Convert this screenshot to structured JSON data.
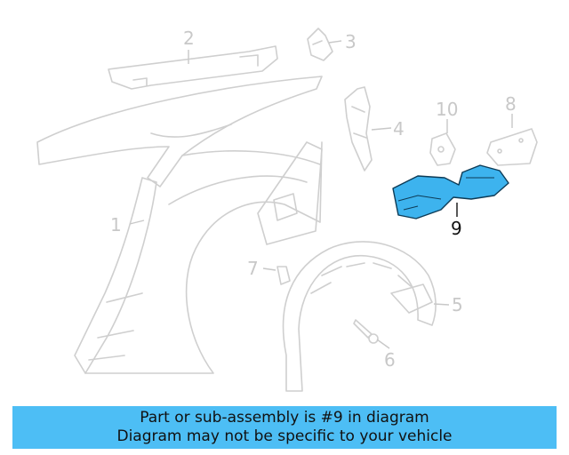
{
  "diagram": {
    "callouts": {
      "c1": "1",
      "c2": "2",
      "c3": "3",
      "c4": "4",
      "c5": "5",
      "c6": "6",
      "c7": "7",
      "c8": "8",
      "c9": "9",
      "c10": "10"
    },
    "highlighted_part": "9",
    "highlight_color": "#3db3ee",
    "ghost_color": "#cfcfcf"
  },
  "banner": {
    "line1": "Part or sub-assembly is #9 in diagram",
    "line2": "Diagram may not be specific to your vehicle",
    "color": "#4dbef5"
  }
}
